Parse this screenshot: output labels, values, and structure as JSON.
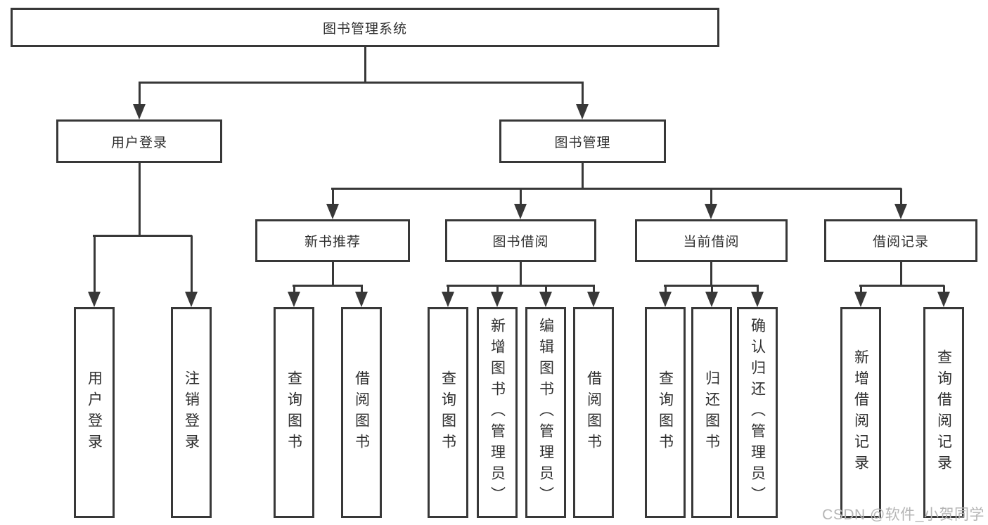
{
  "tree": {
    "label": "图书管理系统",
    "children": [
      {
        "label": "用户登录",
        "children": [
          {
            "label": "用户登录"
          },
          {
            "label": "注销登录"
          }
        ]
      },
      {
        "label": "图书管理",
        "children": [
          {
            "label": "新书推荐",
            "children": [
              {
                "label": "查询图书"
              },
              {
                "label": "借阅图书"
              }
            ]
          },
          {
            "label": "图书借阅",
            "children": [
              {
                "label": "查询图书"
              },
              {
                "label": "新增图书（管理员）"
              },
              {
                "label": "编辑图书（管理员）"
              },
              {
                "label": "借阅图书"
              }
            ]
          },
          {
            "label": "当前借阅",
            "children": [
              {
                "label": "查询图书"
              },
              {
                "label": "归还图书"
              },
              {
                "label": "确认归还（管理员）"
              }
            ]
          },
          {
            "label": "借阅记录",
            "children": [
              {
                "label": "新增借阅记录"
              },
              {
                "label": "查询借阅记录"
              }
            ]
          }
        ]
      }
    ]
  },
  "watermark": {
    "text": "CSDN @软件_小贺同学"
  },
  "colors": {
    "line": "#383838",
    "box_border": "#383838",
    "box_fill": "#ffffff",
    "text": "#2f2f2f",
    "background": "#ffffff",
    "watermark": "#b5b5b5"
  }
}
